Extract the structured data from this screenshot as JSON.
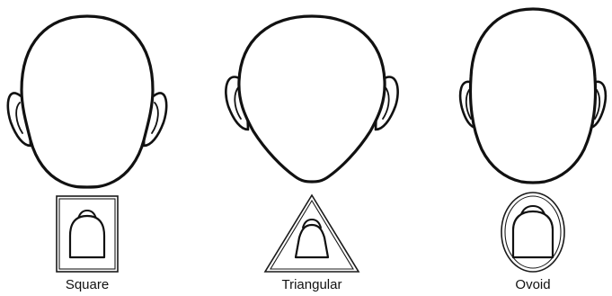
{
  "figure": {
    "items": [
      {
        "label": "Square"
      },
      {
        "label": "Triangular"
      },
      {
        "label": "Ovoid"
      }
    ]
  }
}
